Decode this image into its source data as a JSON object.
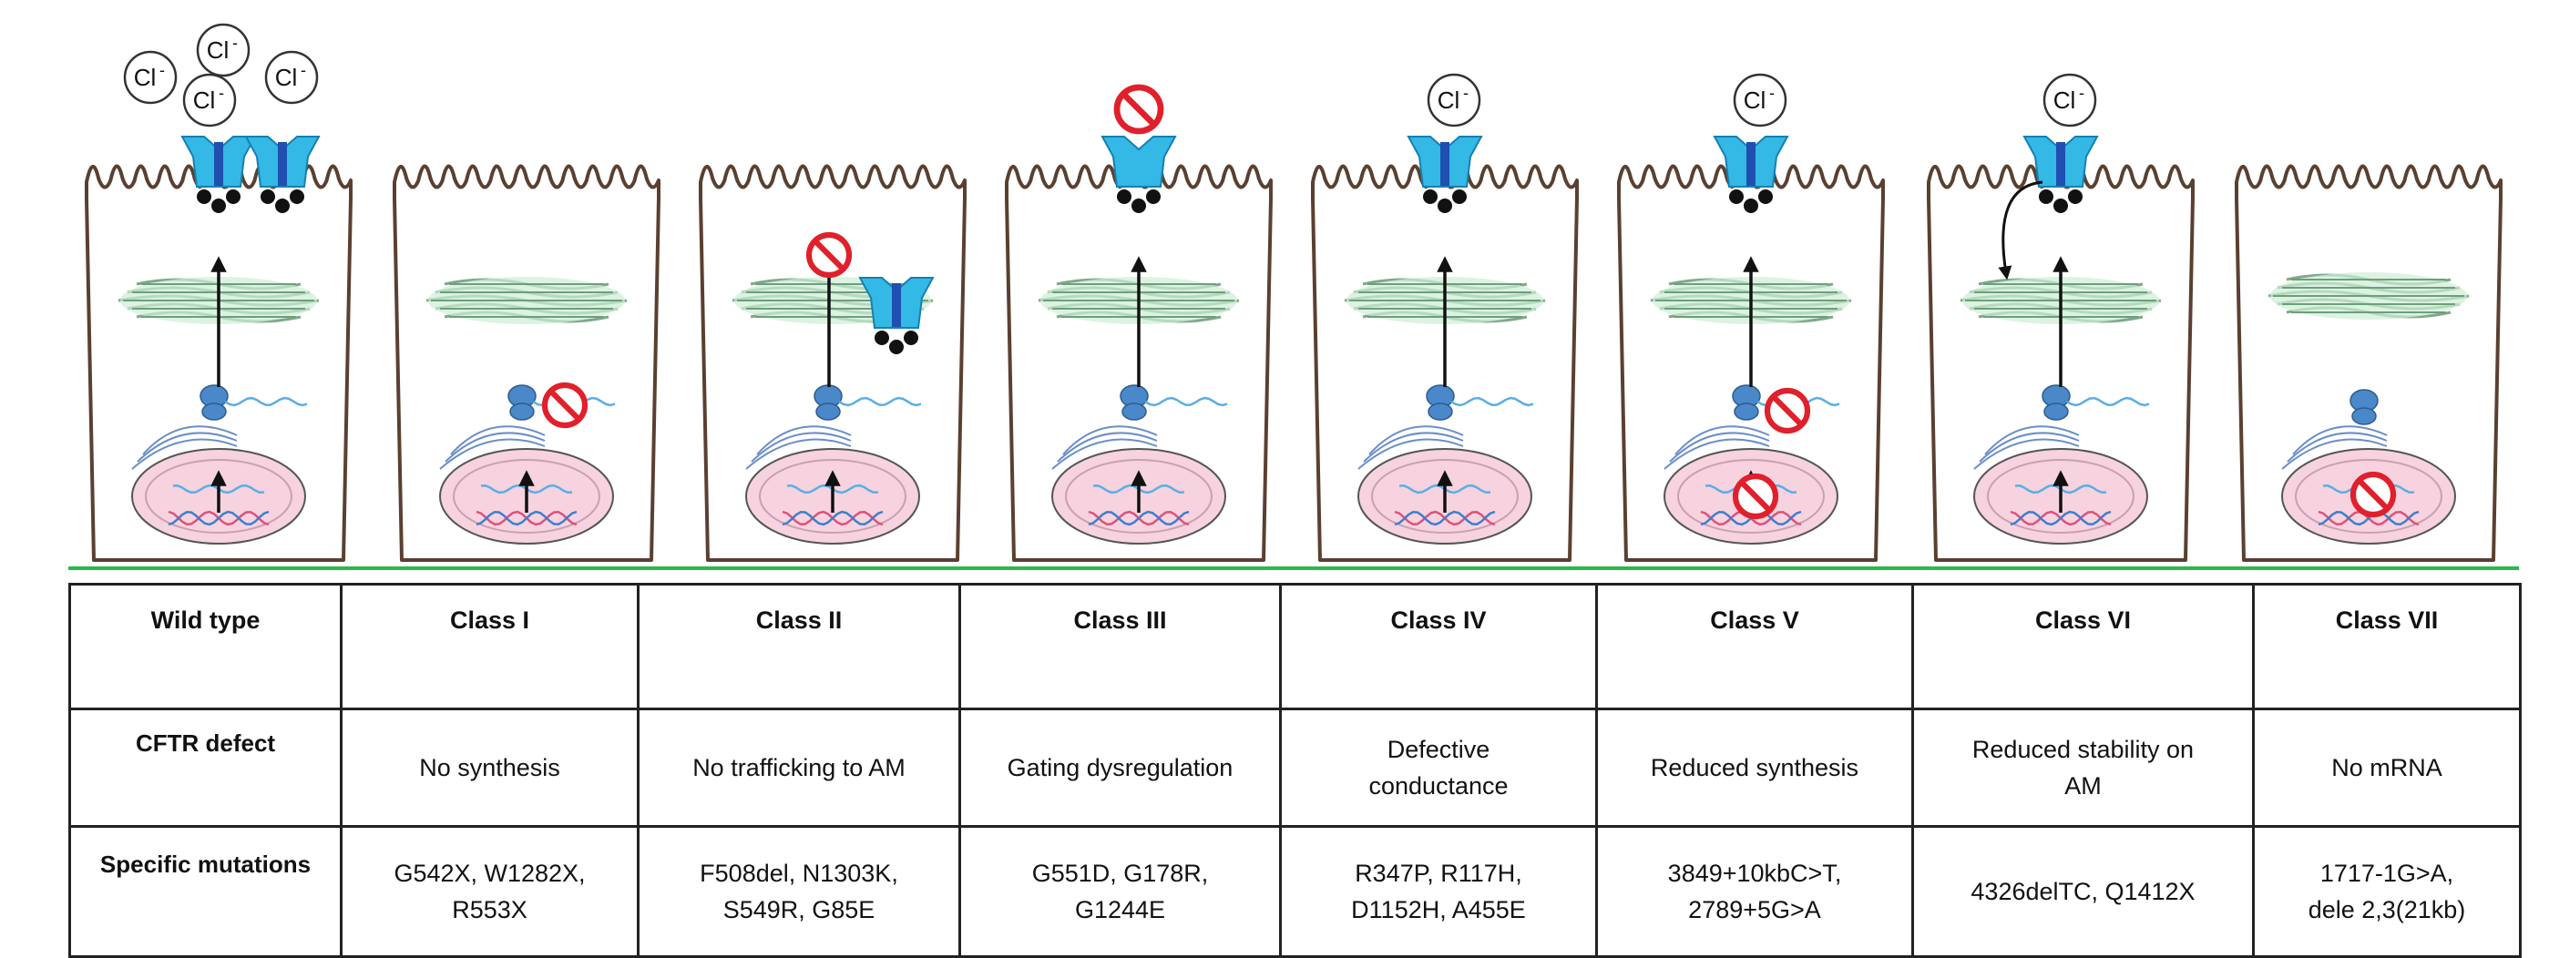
{
  "chloride_label": "Cl",
  "chloride_charge": "-",
  "panels": [
    {
      "id": "wild-type",
      "transport_arrow": true,
      "golgi_arrow": true,
      "nucleus_arrow": true,
      "block": null,
      "channel": "membrane",
      "chloride_ions": 4
    },
    {
      "id": "class-i",
      "transport_arrow": false,
      "golgi_arrow": false,
      "nucleus_arrow": true,
      "block": "ribosome",
      "channel": "none",
      "chloride_ions": 0
    },
    {
      "id": "class-ii",
      "transport_arrow": true,
      "golgi_arrow": false,
      "nucleus_arrow": true,
      "block": "trafficking",
      "channel": "cytoplasm",
      "chloride_ions": 0
    },
    {
      "id": "class-iii",
      "transport_arrow": true,
      "golgi_arrow": true,
      "nucleus_arrow": true,
      "block": "gate",
      "channel": "membrane",
      "chloride_ions": 0
    },
    {
      "id": "class-iv",
      "transport_arrow": true,
      "golgi_arrow": true,
      "nucleus_arrow": true,
      "block": null,
      "channel": "membrane",
      "chloride_ions": 1
    },
    {
      "id": "class-v",
      "transport_arrow": true,
      "golgi_arrow": true,
      "nucleus_arrow": true,
      "block": "synthesis",
      "channel": "membrane",
      "chloride_ions": 1
    },
    {
      "id": "class-vi",
      "transport_arrow": true,
      "golgi_arrow": true,
      "nucleus_arrow": true,
      "block": null,
      "channel": "membrane",
      "recycle_arrow": true,
      "chloride_ions": 1
    },
    {
      "id": "class-vii",
      "transport_arrow": false,
      "golgi_arrow": false,
      "nucleus_arrow": false,
      "block": "nucleus",
      "channel": "none",
      "chloride_ions": 0
    }
  ],
  "table": {
    "headers": [
      "Wild type",
      "Class I",
      "Class II",
      "Class III",
      "Class IV",
      "Class V",
      "Class VI",
      "Class VII"
    ],
    "defect_label": "CFTR defect",
    "defects": [
      "No synthesis",
      "No  trafficking to AM",
      "Gating dysregulation",
      "Defective\nconductance",
      "Reduced synthesis",
      "Reduced stability on\nAM",
      "No mRNA"
    ],
    "mutation_label": "Specific mutations",
    "mutations": [
      "G542X, W1282X,\nR553X",
      "F508del, N1303K,\nS549R, G85E",
      "G551D, G178R,\nG1244E",
      "R347P, R117H,\nD1152H, A455E",
      "3849+10kbC>T,\n2789+5G>A",
      "4326delTC, Q1412X",
      "1717-1G>A,\ndele 2,3(21kb)"
    ]
  },
  "colors": {
    "cell_outline": "#5a4030",
    "nucleus": "#f6d3df",
    "golgi": "#cdeed6",
    "channel": "#34b8e6",
    "channel_core": "#1f4fb0",
    "ribosome": "#4a88c9",
    "block": "#e0202a",
    "mrna": "#5aaee6",
    "dna_a": "#e0507a",
    "dna_b": "#3b7fd0",
    "ground": "#2db84b"
  }
}
